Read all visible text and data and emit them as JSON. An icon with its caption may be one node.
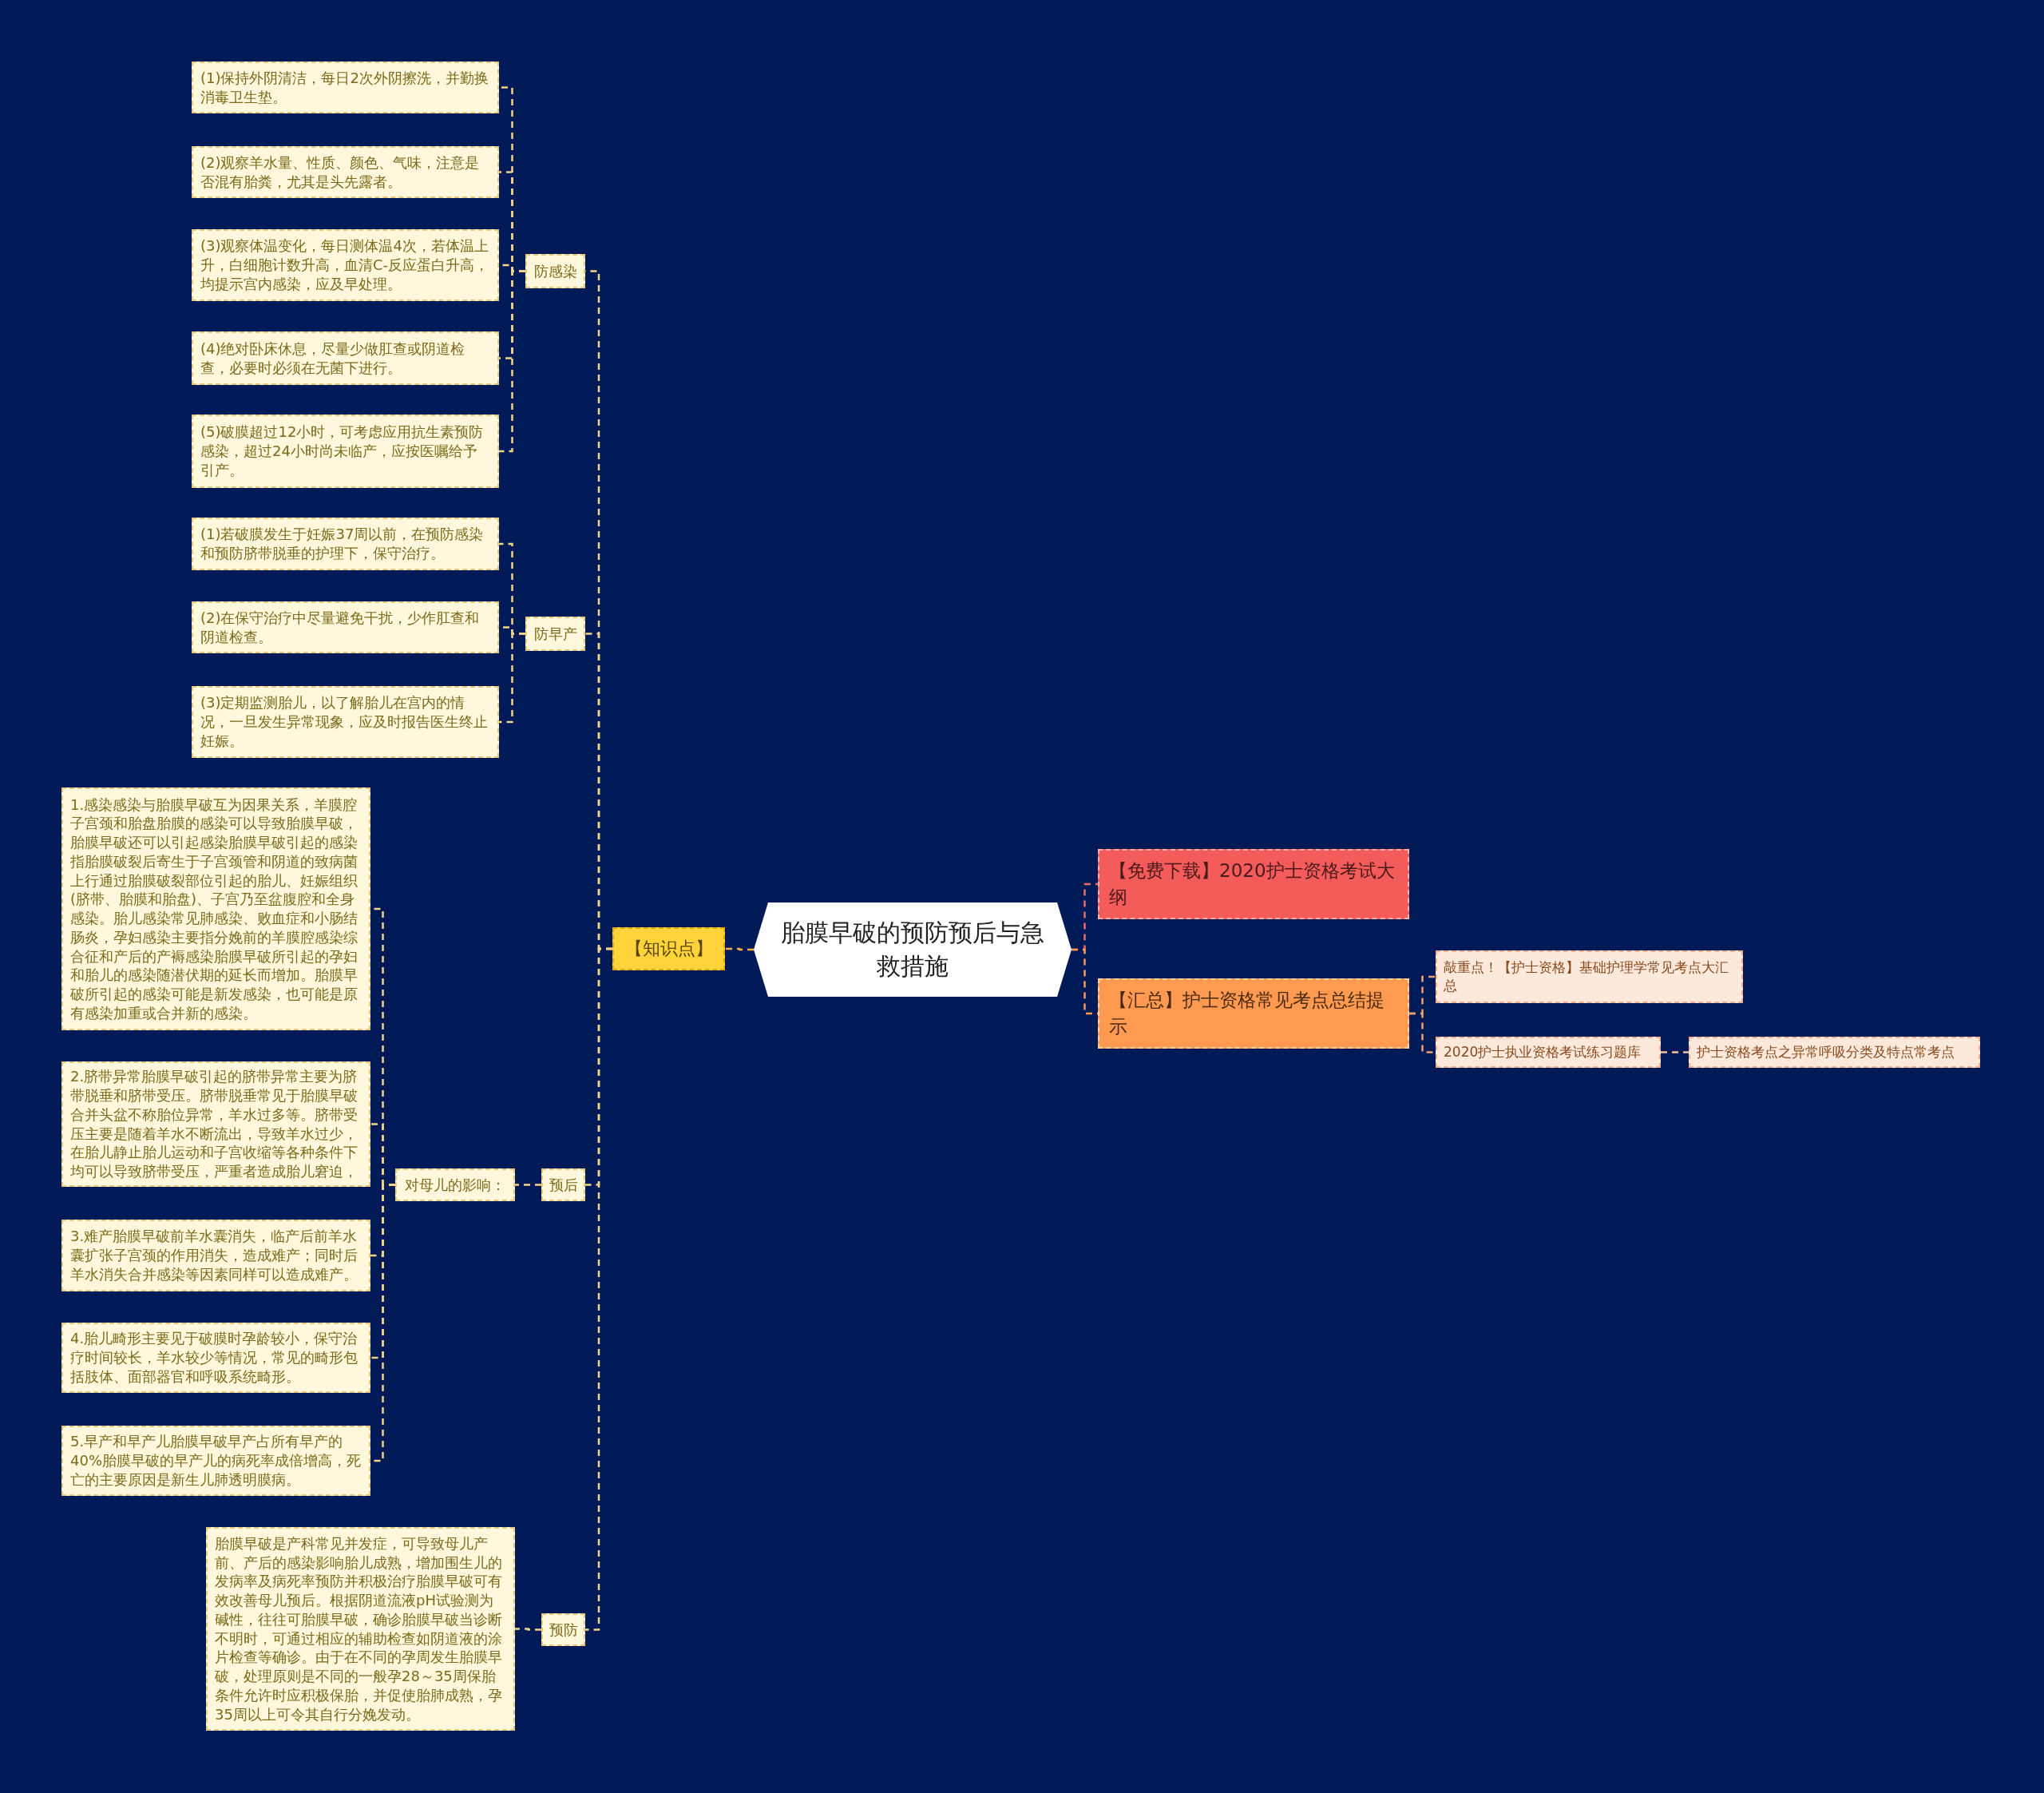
{
  "diagram": {
    "nodes": [
      {
        "text": [
          "胎膜早破的预防预后与急救措施"
        ]
      },
      {
        "text": [
          "【知识点】"
        ]
      },
      {
        "text": [
          "防感染"
        ]
      },
      {
        "text": [
          "(1)保持外阴清洁，每日2次外阴擦洗，并勤换消毒卫生垫。"
        ]
      },
      {
        "text": [
          "(2)观察羊水量、性质、颜色、气味，注意是否混有胎粪，尤其是头先露者。"
        ]
      },
      {
        "text": [
          "(3)观察体温变化，每日测体温4次，若体温上升，白细胞计数升高，血清C-反应蛋白升高，均提示宫内感染，应及早处理。"
        ]
      },
      {
        "text": [
          "(4)绝对卧床休息，尽量少做肛查或阴道检查，必要时必须在无菌下进行。"
        ]
      },
      {
        "text": [
          "(5)破膜超过12小时，可考虑应用抗生素预防感染，超过24小时尚未临产，应按医嘱给予引产。"
        ]
      },
      {
        "text": [
          "防早产"
        ]
      },
      {
        "text": [
          "(1)若破膜发生于妊娠37周以前，在预防感染和预防脐带脱垂的护理下，保守治疗。"
        ]
      },
      {
        "text": [
          "(2)在保守治疗中尽量避免干扰，少作肛查和阴道检查。"
        ]
      },
      {
        "text": [
          "(3)定期监测胎儿，以了解胎儿在宫内的情况，一旦发生异常现象，应及时报告医生终止妊娠。"
        ]
      },
      {
        "text": [
          "预后"
        ]
      },
      {
        "text": [
          "对母儿的影响："
        ]
      },
      {
        "text": [
          "1.感染感染与胎膜早破互为因果关系，羊膜腔子宫颈和胎盘胎膜的感染可以导致胎膜早破，胎膜早破还可以引起感染胎膜早破引起的感染指胎膜破裂后寄生于子宫颈管和阴道的致病菌上行通过胎膜破裂部位引起的胎儿、妊娠组织(脐带、胎膜和胎盘)、子宫乃至盆腹腔和全身感染。胎儿感染常见肺感染、败血症和小肠结肠炎，孕妇感染主要指分娩前的羊膜腔感染综合征和产后的产褥感染胎膜早破所引起的孕妇和胎儿的感染随潜伏期的延长而增加。胎膜早破所引起的感染可能是新发感染，也可能是原有感染加重或合并新的感染。"
        ]
      },
      {
        "text": [
          "2.脐带异常胎膜早破引起的脐带异常主要为脐带脱垂和脐带受压。脐带脱垂常见于胎膜早破合并头盆不称胎位异常，羊水过多等。脐带受压主要是随着羊水不断流出，导致羊水过少，在胎儿静止胎儿运动和子宫收缩等各种条件下均可以导致脐带受压，严重者造成胎儿窘迫，"
        ]
      },
      {
        "text": [
          "3.难产胎膜早破前羊水囊消失，临产后前羊水囊扩张子宫颈的作用消失，造成难产；同时后羊水消失合并感染等因素同样可以造成难产。"
        ]
      },
      {
        "text": [
          "4.胎儿畸形主要见于破膜时孕龄较小，保守治疗时间较长，羊水较少等情况，常见的畸形包括肢体、面部器官和呼吸系统畸形。"
        ]
      },
      {
        "text": [
          "5.早产和早产儿胎膜早破早产占所有早产的40%胎膜早破的早产儿的病死率成倍增高，死亡的主要原因是新生儿肺透明膜病。"
        ]
      },
      {
        "text": [
          "预防"
        ]
      },
      {
        "text": [
          "胎膜早破是产科常见并发症，可导致母儿产前、产后的感染影响胎儿成熟，增加围生儿的发病率及病死率预防并积极治疗胎膜早破可有效改善母儿预后。根据阴道流液pH试验测为碱性，往往可胎膜早破，确诊胎膜早破当诊断不明时，可通过相应的辅助检查如阴道液的涂片检查等确诊。由于在不同的孕周发生胎膜早破，处理原则是不同的一般孕28～35周保胎条件允许时应积极保胎，并促使胎肺成熟，孕35周以上可令其自行分娩发动。"
        ]
      },
      {
        "text": [
          "【免费下载】2020护士资格考试大纲"
        ]
      },
      {
        "text": [
          "【汇总】护士资格常见考点总结提示"
        ]
      },
      {
        "text": [
          "敲重点！【护士资格】基础护理学常见考点大汇总"
        ]
      },
      {
        "text": [
          "2020护士执业资格考试练习题库"
        ]
      },
      {
        "text": [
          "护士资格考点之异常呼吸分类及特点常考点"
        ]
      }
    ],
    "edges": [
      {
        "from": 0,
        "to": 1,
        "arrow": "none",
        "color": "#f5b041"
      },
      {
        "from": 1,
        "to": 2,
        "arrow": "none"
      },
      {
        "from": 2,
        "to": 3,
        "arrow": "none"
      },
      {
        "from": 2,
        "to": 4,
        "arrow": "none"
      },
      {
        "from": 2,
        "to": 5,
        "arrow": "none"
      },
      {
        "from": 2,
        "to": 6,
        "arrow": "none"
      },
      {
        "from": 2,
        "to": 7,
        "arrow": "none"
      },
      {
        "from": 1,
        "to": 8,
        "arrow": "none"
      },
      {
        "from": 8,
        "to": 9,
        "arrow": "none"
      },
      {
        "from": 8,
        "to": 10,
        "arrow": "none"
      },
      {
        "from": 8,
        "to": 11,
        "arrow": "none"
      },
      {
        "from": 1,
        "to": 12,
        "arrow": "none"
      },
      {
        "from": 12,
        "to": 13,
        "arrow": "none"
      },
      {
        "from": 13,
        "to": 14,
        "arrow": "none"
      },
      {
        "from": 13,
        "to": 15,
        "arrow": "none"
      },
      {
        "from": 13,
        "to": 16,
        "arrow": "none"
      },
      {
        "from": 13,
        "to": 17,
        "arrow": "none"
      },
      {
        "from": 13,
        "to": 18,
        "arrow": "none"
      },
      {
        "from": 1,
        "to": 19,
        "arrow": "none"
      },
      {
        "from": 19,
        "to": 20,
        "arrow": "none"
      },
      {
        "from": 0,
        "to": 21,
        "arrow": "none",
        "color": "#f06a6a"
      },
      {
        "from": 0,
        "to": 22,
        "arrow": "none",
        "color": "#ff9a50"
      },
      {
        "from": 22,
        "to": 23,
        "arrow": "none",
        "color": "#f0a070"
      },
      {
        "from": 22,
        "to": 24,
        "arrow": "none",
        "color": "#f0a070"
      },
      {
        "from": 24,
        "to": 25,
        "arrow": "none",
        "color": "#f3c0a0"
      }
    ]
  }
}
